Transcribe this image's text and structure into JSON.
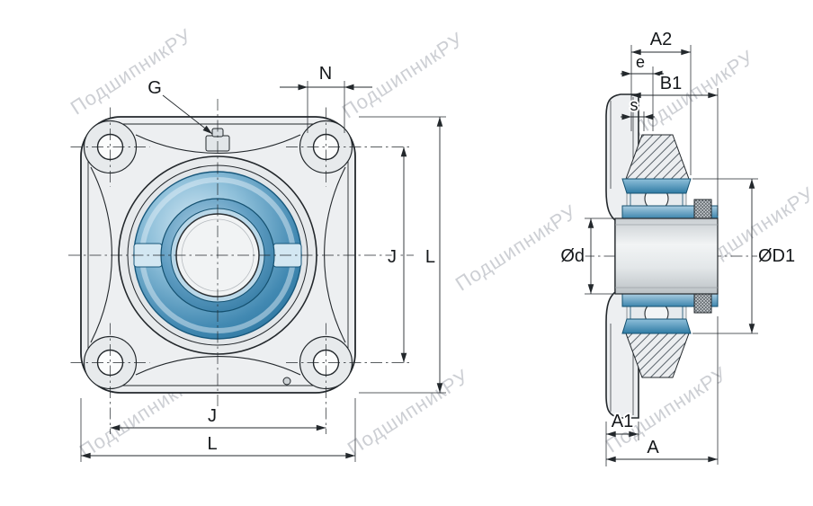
{
  "watermark": {
    "text": "ПодшипникРУ"
  },
  "front_view": {
    "labels": {
      "grease_fitting": "G",
      "bolt_hole": "N",
      "bolt_spacing_vertical": "J",
      "flange_height": "L",
      "bolt_spacing_horizontal": "J",
      "flange_width": "L"
    }
  },
  "side_view": {
    "labels": {
      "a2": "A2",
      "e": "e",
      "b1": "B1",
      "s": "s",
      "shaft_diameter": "Ød",
      "outer_diameter": "ØD1",
      "a1": "A1",
      "a": "A"
    }
  },
  "colors": {
    "line": "#23282c",
    "metal_light": "#edeff1",
    "metal_mid": "#d9dcdf",
    "bearing_blue_dark": "#1f6a94",
    "bearing_blue_mid": "#4289b2",
    "bearing_blue_light": "#d8eaf5",
    "watermark": "#b8bcc2"
  }
}
